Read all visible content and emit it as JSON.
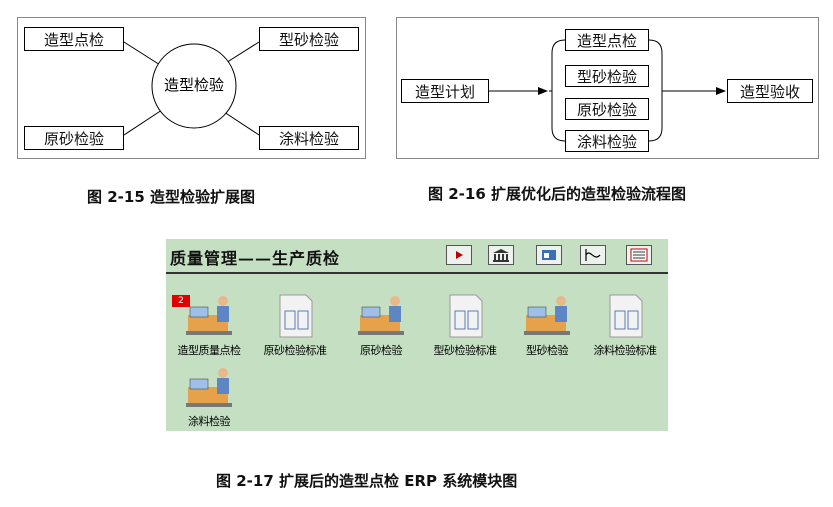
{
  "fig15": {
    "center": "造型检验",
    "tl": "造型点检",
    "tr": "型砂检验",
    "bl": "原砂检验",
    "br": "涂料检验",
    "caption": "图 2-15  造型检验扩展图"
  },
  "fig16": {
    "start": "造型计划",
    "b1": "造型点检",
    "b2": "型砂检验",
    "b3": "原砂检验",
    "b4": "涂料检验",
    "end": "造型验收",
    "caption": "图 2-16  扩展优化后的造型检验流程图"
  },
  "erp": {
    "title": "质量管理——生产质检",
    "badge": "2",
    "modules": [
      "造型质量点检",
      "原砂检验标准",
      "原砂检验",
      "型砂检验标准",
      "型砂检验",
      "涂料检验标准",
      "涂料检验"
    ]
  },
  "fig17": {
    "caption": "图 2-17  扩展后的造型点检 ERP 系统模块图"
  }
}
